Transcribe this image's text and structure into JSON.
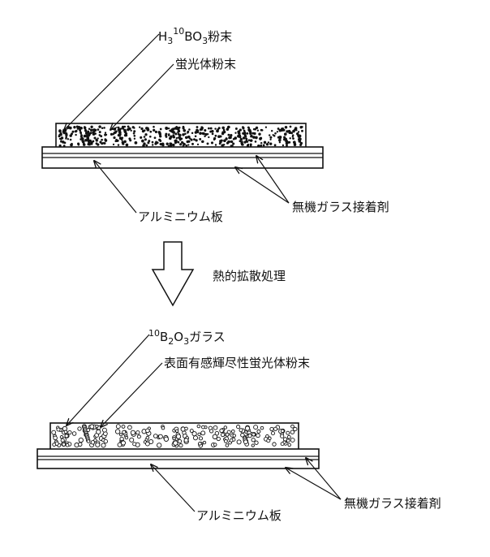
{
  "top": {
    "boric_acid": {
      "prefix": "H",
      "sub1": "3",
      "sup": "10",
      "mid": "BO",
      "sub2": "3",
      "suffix": "粉末"
    },
    "phosphor_label": "蛍光体粉末",
    "aluminum_label": "アルミニウム板",
    "adhesive_label": "無機ガラス接着剤"
  },
  "process_label": "熱的拡散処理",
  "bottom": {
    "boron_glass": {
      "sup": "10",
      "b": "B",
      "sub1": "2",
      "o": "O",
      "sub2": "3",
      "suffix": "ガラス"
    },
    "surface_phosphor_label": "表面有感輝尽性蛍光体粉末",
    "aluminum_label": "アルミニウム板",
    "adhesive_label": "無機ガラス接着剤"
  }
}
